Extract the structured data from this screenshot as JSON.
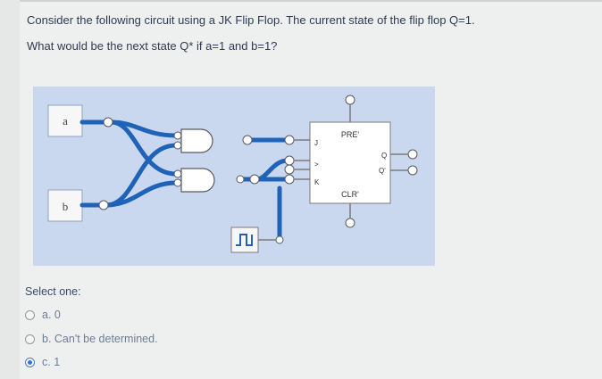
{
  "question": {
    "line1": "Consider the following circuit using a JK Flip Flop. The current state of the flip flop Q=1.",
    "line2": "What would be the next state Q* if a=1 and b=1?"
  },
  "diagram": {
    "input_a": "a",
    "input_b": "b",
    "pin_pre": "PRE'",
    "pin_clr": "CLR'",
    "pin_j": "J",
    "pin_clk": ">",
    "pin_k": "K",
    "pin_q": "Q",
    "pin_qbar": "Q'",
    "colors": {
      "panel": "#c9d8ef",
      "wire": "#1e63b8",
      "gate": "#ffffff"
    }
  },
  "answer": {
    "prompt": "Select one:",
    "options": [
      {
        "label": "a. 0",
        "selected": false
      },
      {
        "label": "b. Can't be determined.",
        "selected": false
      },
      {
        "label": "c. 1",
        "selected": true
      }
    ]
  }
}
